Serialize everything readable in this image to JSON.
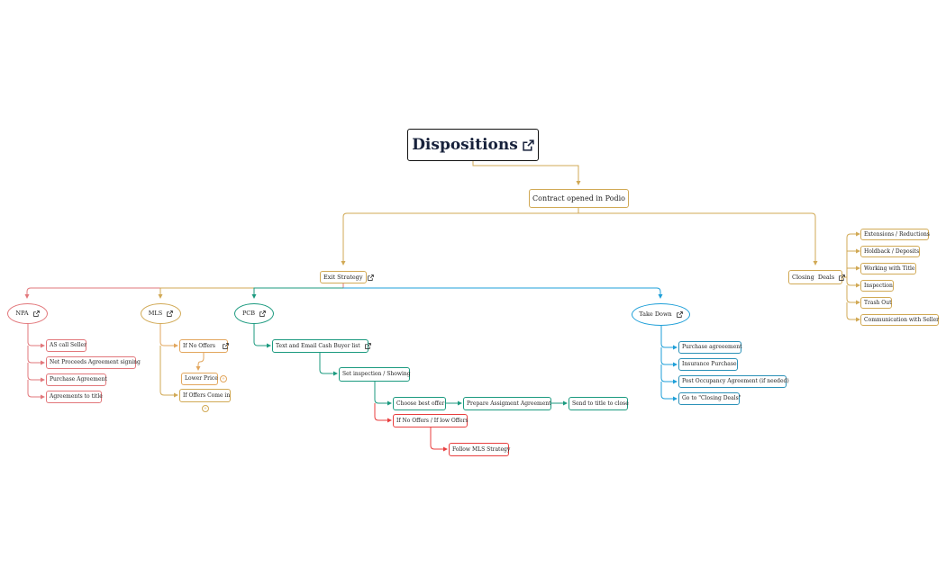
{
  "title": "Dispositions",
  "root": "Contract opened in Podio",
  "colors": {
    "gold": "#d1a955",
    "red": "#e2777b",
    "orange": "#e2a65d",
    "teal": "#1b9a7f",
    "blue": "#1e9fd8",
    "brightred": "#e83f3f",
    "cyan": "#2b91b8"
  },
  "exit_strategy": "Exit Strategy",
  "closing_deals": {
    "label": "Closing  Deals",
    "items": [
      "Extensions / Reductions",
      "Holdback / Deposits",
      "Working with Title",
      "Inspection",
      "Trash Out",
      "Communication with Seller"
    ]
  },
  "npa": {
    "label": "NPA",
    "items": [
      "AS call Seller",
      "Net Proceeds Agreement signing",
      "Purchase Agreement",
      "Agreements to title"
    ]
  },
  "mls": {
    "label": "MLS",
    "no_offers": "If No Offers",
    "lower_price": "Lower Price",
    "offers_come_in": "If Offers Come in"
  },
  "pcb": {
    "label": "PCB",
    "text_email": "Text and Email Cash Buyer list",
    "set_inspection": "Set inspection / Showing",
    "choose_best": "Choose best offer",
    "prepare": "Prepare Assigment Agreement",
    "send_title": "Send to title to close",
    "no_offers": "If No Offers / If low Offers",
    "follow_mls": "Follow MLS Strategy"
  },
  "take_down": {
    "label": "Take Down",
    "items": [
      "Purchase agreeement",
      "Insurance Purchase",
      "Post Occupancy Agreement (if needed)",
      "Go to \"Closing Deals\""
    ]
  }
}
